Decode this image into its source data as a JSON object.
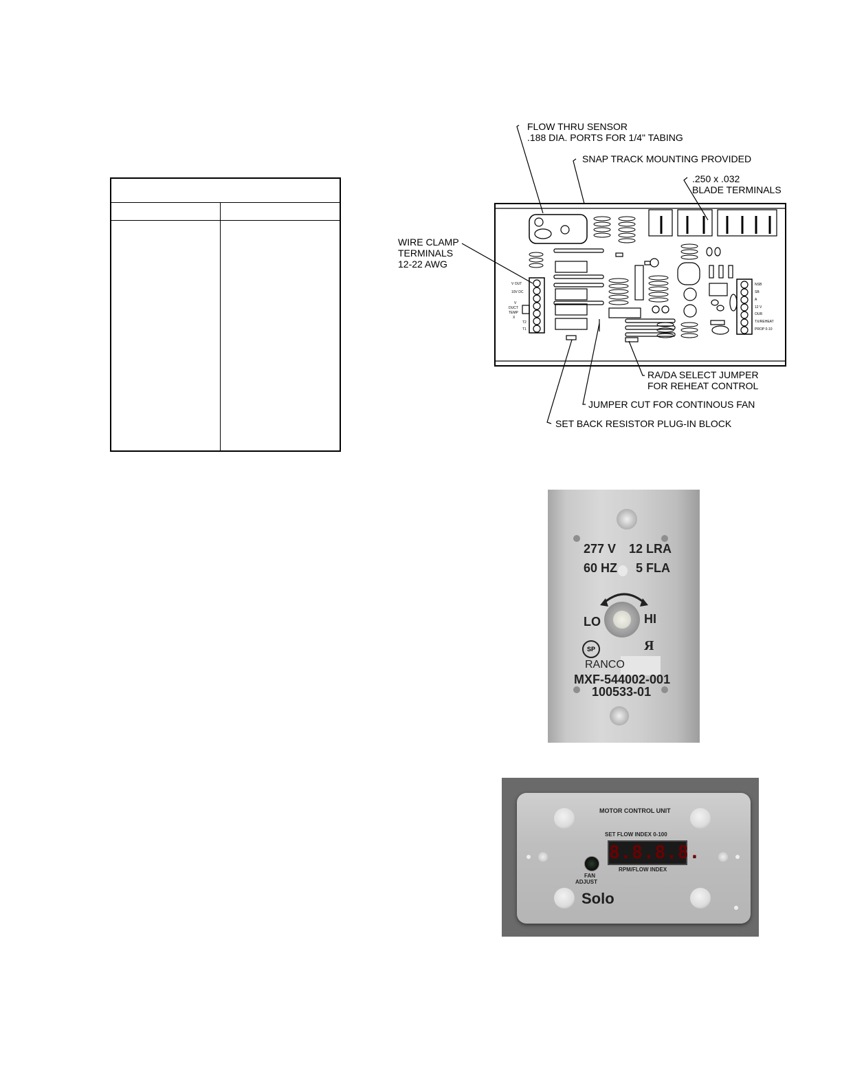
{
  "table": {
    "header": "",
    "col1": "",
    "col2": ""
  },
  "board_callouts": {
    "flow_sensor_line1": "FLOW THRU SENSOR",
    "flow_sensor_line2": ".188 DIA. PORTS FOR 1/4\" TABING",
    "snap_track": "SNAP TRACK MOUNTING PROVIDED",
    "blade_line1": ".250 x .032",
    "blade_line2": "BLADE TERMINALS",
    "wire_clamp_line1": "WIRE CLAMP",
    "wire_clamp_line2": "TERMINALS",
    "wire_clamp_line3": "12-22 AWG",
    "jumper_line1": "RA/DA SELECT JUMPER",
    "jumper_line2": "FOR REHEAT CONTROL",
    "jumper_cut": "JUMPER CUT FOR CONTINOUS FAN",
    "setback": "SET BACK RESISTOR PLUG-IN BLOCK"
  },
  "board_small_labels": {
    "left": [
      "V OUT",
      "10V DC",
      "V",
      "DUCT",
      "TEMP",
      "X",
      "T2",
      "T1"
    ],
    "right": [
      "NSB",
      "SB",
      "A",
      "12 V",
      "OUR",
      "TX/REHEAT",
      "PROP 0-10"
    ]
  },
  "plate_photo": {
    "voltage": "277 V",
    "lra": "12 LRA",
    "hz": "60 HZ",
    "fla": "5 FLA",
    "lo": "LO",
    "hi": "HI",
    "brand": "RANCO",
    "model": "MXF-544002-001",
    "part": "100533-01"
  },
  "mcu_photo": {
    "title": "MOTOR CONTROL UNIT",
    "set_flow": "SET FLOW INDEX 0-100",
    "display": [
      "8.8.",
      "8.8."
    ],
    "rpm": "RPM/FLOW INDEX",
    "fan_line1": "FAN",
    "fan_line2": "ADJUST",
    "brand": "Solo"
  }
}
